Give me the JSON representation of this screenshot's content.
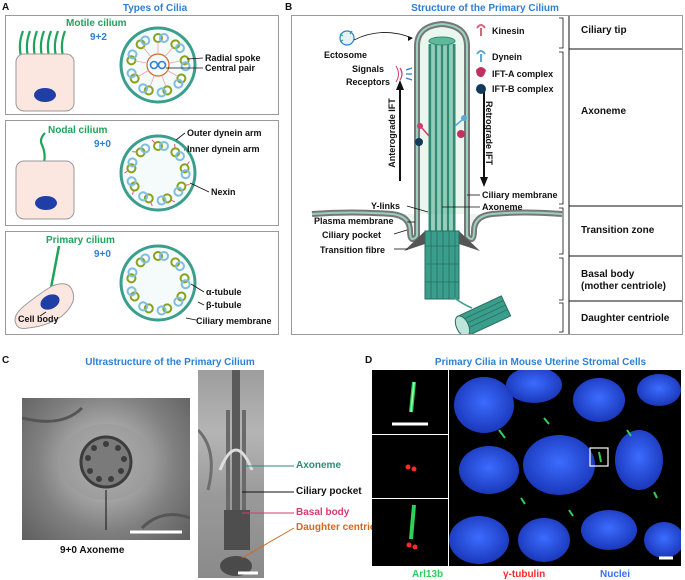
{
  "panelA": {
    "letter": "A",
    "title": "Types of Cilia",
    "motile": {
      "name": "Motile cilium",
      "code": "9+2",
      "radial": "Radial spoke",
      "central": "Central pair"
    },
    "nodal": {
      "name": "Nodal cilium",
      "code": "9+0",
      "outer": "Outer dynein arm",
      "inner": "Inner dynein arm",
      "nexin": "Nexin"
    },
    "primary": {
      "name": "Primary cilium",
      "code": "9+0",
      "alpha": "α-tubule",
      "beta": "β-tubule",
      "membrane": "Ciliary membrane",
      "cellbody": "Cell body"
    }
  },
  "panelB": {
    "letter": "B",
    "title": "Structure of the Primary Cilium",
    "ectosome": "Ectosome",
    "signals": "Signals",
    "receptors": "Receptors",
    "anterograde": "Anterograde IFT",
    "retrograde": "Retrograde IFT",
    "legend": {
      "kinesin": "Kinesin",
      "dynein": "Dynein",
      "ifta": "IFT-A complex",
      "iftb": "IFT-B complex"
    },
    "ciliary_membrane": "Ciliary membrane",
    "axoneme_label": "Axoneme",
    "ylinks": "Y-links",
    "plasma": "Plasma membrane",
    "pocket": "Ciliary pocket",
    "fibre": "Transition fibre",
    "regions": {
      "tip": "Ciliary tip",
      "axoneme": "Axoneme",
      "tz": "Transition zone",
      "bb1": "Basal body",
      "bb2": "(mother centriole)",
      "dc": "Daughter centriole"
    }
  },
  "panelC": {
    "letter": "C",
    "title": "Ultrastructure of the Primary Cilium",
    "axoneme": "Axoneme",
    "pocket": "Ciliary pocket",
    "basal": "Basal body",
    "daughter": "Daughter centriole",
    "cross": "9+0 Axoneme"
  },
  "panelD": {
    "letter": "D",
    "title": "Primary Cilia in Mouse Uterine Stromal Cells",
    "arl": "Arl13b",
    "gtub": "γ-tubulin",
    "nuclei": "Nuclei"
  },
  "colors": {
    "title_blue": "#2f7fd3",
    "cilium_green": "#1fa35a",
    "teal": "#3a9e8c",
    "pink": "#d63b6f",
    "orange": "#d2691e",
    "nucleus": "#1f3fa6"
  }
}
